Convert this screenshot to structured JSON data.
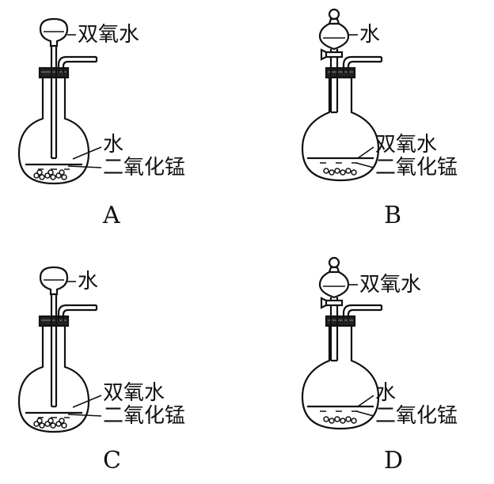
{
  "panels": {
    "A": {
      "option": "A",
      "funnel_label": "双氧水",
      "liquid_label": "水",
      "solid_label": "二氧化锰"
    },
    "B": {
      "option": "B",
      "funnel_label": "水",
      "liquid_label": "双氧水",
      "solid_label": "二氧化锰"
    },
    "C": {
      "option": "C",
      "funnel_label": "水",
      "liquid_label": "双氧水",
      "solid_label": "二氧化锰"
    },
    "D": {
      "option": "D",
      "funnel_label": "双氧水",
      "liquid_label": "水",
      "solid_label": "二氧化锰"
    }
  }
}
